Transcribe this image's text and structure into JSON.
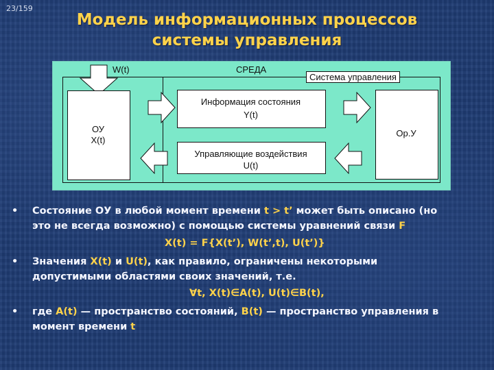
{
  "slide_number": "23/159",
  "title": {
    "line1": "Модель информационных процессов",
    "line2": "системы управления"
  },
  "diagram": {
    "wt_label": "W(t)",
    "env_label": "СРЕДА",
    "control_system_label": "Система управления",
    "ou_label_1": "ОУ",
    "ou_label_2": "X(t)",
    "info_label_1": "Информация состояния",
    "info_label_2": "Y(t)",
    "control_label_1": "Управляющие воздействия",
    "control_label_2": "U(t)",
    "opu_label": "Ор.У"
  },
  "bullets": {
    "b1_line1a": "Состояние ОУ в любой момент времени ",
    "b1_line1b": "t > t’",
    "b1_line1c": " может быть описано (но",
    "b1_line2a": "это не всегда возможно) с помощью системы уравнений связи ",
    "b1_line2b": "F",
    "b1_formula": "X(t) = F{X(t’), W(t’,t), U(t’)}",
    "b2_line1a": "Значения ",
    "b2_line1b": "X(t)",
    "b2_line1c": " и ",
    "b2_line1d": "U(t)",
    "b2_line1e": ", как правило, ограничены некоторыми",
    "b2_line2": "допустимыми областями своих значений, т.е.",
    "b2_formula": "∀t, X(t)∈A(t), U(t)∈B(t),",
    "b3_line1a": "где ",
    "b3_line1b": "A(t)",
    "b3_line1c": " — пространство состояний, ",
    "b3_line1d": "B(t)",
    "b3_line1e": " — пространство управления в",
    "b3_line2a": "момент времени ",
    "b3_line2b": "t",
    "bullet_symbol": "•"
  }
}
